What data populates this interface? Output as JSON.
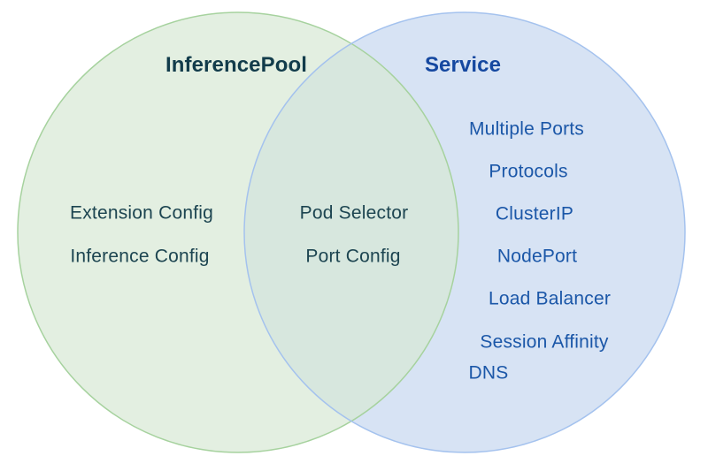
{
  "diagram": {
    "type": "venn",
    "left_circle": {
      "title": "InferencePool",
      "items": [
        "Extension Config",
        "Inference Config"
      ],
      "fill": "#e3efe1",
      "border": "#a6d29e",
      "title_color": "#123c4b",
      "text_color": "#1d4551"
    },
    "right_circle": {
      "title": "Service",
      "items": [
        "Multiple Ports",
        "Protocols",
        "ClusterIP",
        "NodePort",
        "Load Balancer",
        "Session Affinity",
        "DNS"
      ],
      "fill": "#d7e3f4",
      "border": "#a4c2ee",
      "title_color": "#1548a0",
      "text_color": "#1b57a8"
    },
    "intersection": {
      "items": [
        "Pod Selector",
        "Port Config"
      ],
      "fill": "#d7e7de",
      "text_color": "#1d4551"
    }
  }
}
